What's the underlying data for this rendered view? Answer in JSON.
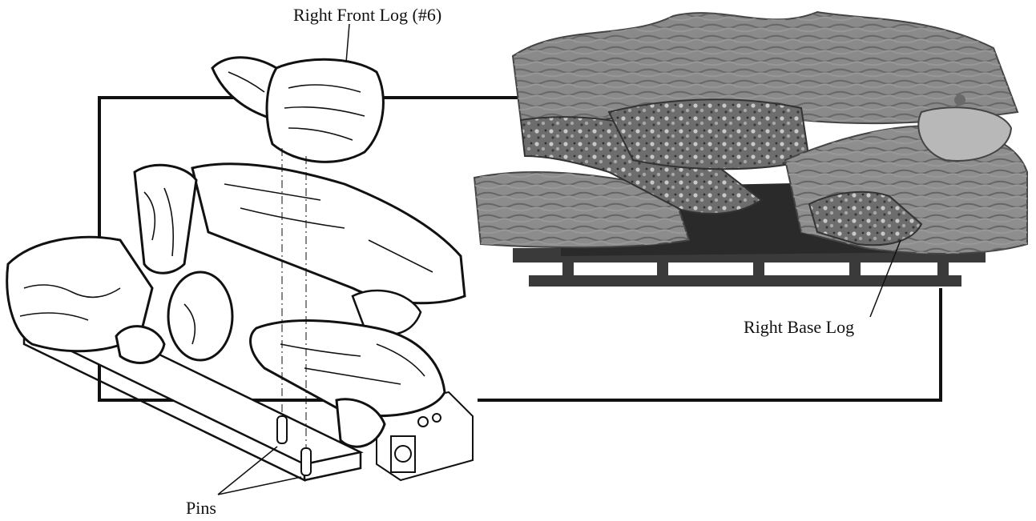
{
  "labels": {
    "right_front_log": "Right Front Log (#6)",
    "right_base_log": "Right Base Log",
    "pins": "Pins"
  },
  "colors": {
    "ink": "#111111",
    "log_photo_dark": "#4a4a4a",
    "log_photo_mid": "#7a7a7a",
    "log_photo_light": "#b5b5b5",
    "grate": "#3a3a3a"
  }
}
